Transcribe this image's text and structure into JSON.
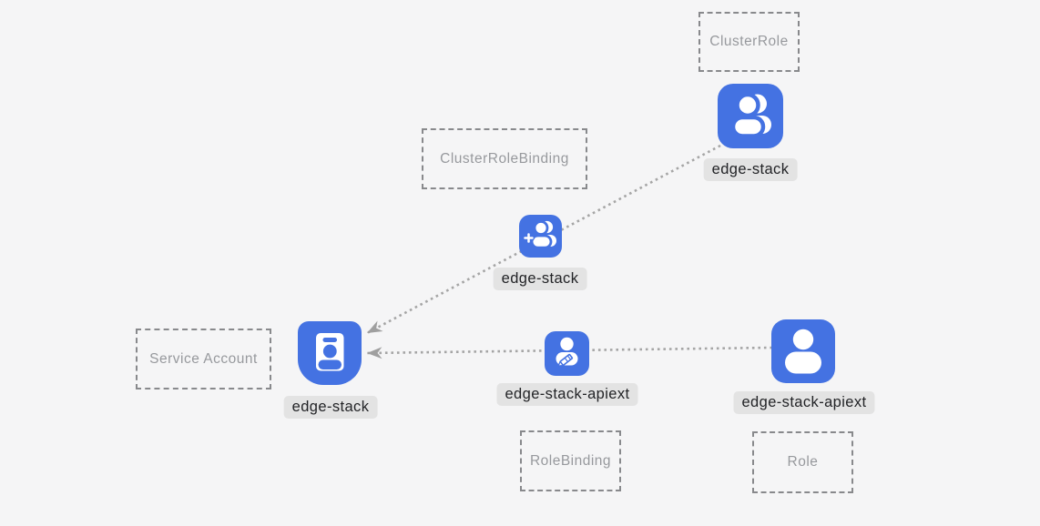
{
  "diagram": {
    "description": "Kubernetes RBAC relationship diagram",
    "background": "#f5f5f6",
    "colors": {
      "icon_blue": "#4472e2",
      "chip_background": "#e3e3e3",
      "chip_text": "#222326",
      "dashed_box_border": "#88898c",
      "dashed_box_text": "#97999d",
      "edge_line": "#a5a5a5",
      "arrowhead": "#9f9f9f"
    },
    "type_boxes": [
      {
        "id": "cluster-role",
        "label": "ClusterRole"
      },
      {
        "id": "cluster-role-binding",
        "label": "ClusterRoleBinding"
      },
      {
        "id": "service-account",
        "label": "Service Account"
      },
      {
        "id": "role-binding",
        "label": "RoleBinding"
      },
      {
        "id": "role",
        "label": "Role"
      }
    ],
    "nodes": [
      {
        "id": "cluster-role-node",
        "type": "ClusterRole",
        "label": "edge-stack",
        "icon": "users-group-icon"
      },
      {
        "id": "cluster-role-binding-node",
        "type": "ClusterRoleBinding",
        "label": "edge-stack",
        "icon": "user-add-icon"
      },
      {
        "id": "service-account-node",
        "type": "Service Account",
        "label": "edge-stack",
        "icon": "id-badge-icon"
      },
      {
        "id": "role-binding-node",
        "type": "RoleBinding",
        "label": "edge-stack-apiext",
        "icon": "user-edit-icon"
      },
      {
        "id": "role-node",
        "type": "Role",
        "label": "edge-stack-apiext",
        "icon": "user-icon"
      }
    ],
    "edges": [
      {
        "from": "cluster-role-node",
        "through": "cluster-role-binding-node",
        "to": "service-account-node",
        "style": "dotted-arrow"
      },
      {
        "from": "role-node",
        "through": "role-binding-node",
        "to": "service-account-node",
        "style": "dotted-arrow"
      }
    ]
  }
}
